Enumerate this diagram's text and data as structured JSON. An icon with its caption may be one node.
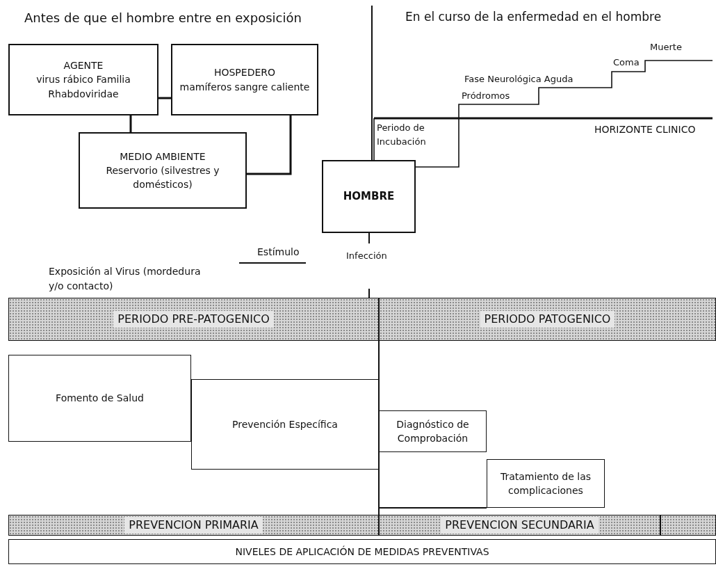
{
  "diagram": {
    "nodes": [
      {
        "text": [
          "AGENTE",
          "virus rábico Familia Rhabdoviridae"
        ]
      },
      {
        "text": [
          "HOSPEDERO",
          "mamíferos sangre caliente"
        ]
      },
      {
        "text": [
          "MEDIO AMBIENTE",
          "Reservorio (silvestres y domésticos)"
        ]
      },
      {
        "text": [
          "HOMBRE"
        ]
      },
      {
        "text": [
          "PERIODO PRE-PATOGENICO"
        ]
      },
      {
        "text": [
          "PERIODO PATOGENICO"
        ]
      },
      {
        "text": [
          "Fomento de Salud"
        ]
      },
      {
        "text": [
          "Prevención Específica"
        ]
      },
      {
        "text": [
          "Diagnóstico de Comprobación"
        ]
      },
      {
        "text": [
          "Tratamiento de las complicaciones"
        ]
      },
      {
        "text": [
          "PREVENCION PRIMARIA"
        ]
      },
      {
        "text": [
          "PREVENCION SECUNDARIA"
        ]
      },
      {
        "text": [],
        "shape": "bar"
      },
      {
        "text": [
          "NIVELES DE APLICACIÓN DE MEDIDAS PREVENTIVAS"
        ]
      }
    ],
    "edges": [
      {
        "from": 0,
        "to": 1,
        "arrow": "none"
      },
      {
        "from": 0,
        "to": 2,
        "arrow": "none"
      },
      {
        "from": 1,
        "to": 2,
        "arrow": "none"
      }
    ],
    "labels": [
      "Antes de que el hombre entre en exposición",
      "En el curso de la enfermedad en el hombre",
      "Muerte",
      "Coma",
      "Fase Neurológica Aguda",
      "Pródromos",
      "Periodo de Incubación",
      "HORIZONTE CLINICO",
      "Estímulo",
      "Exposición al Virus (mordedura y/o contacto)",
      "Infección"
    ]
  }
}
